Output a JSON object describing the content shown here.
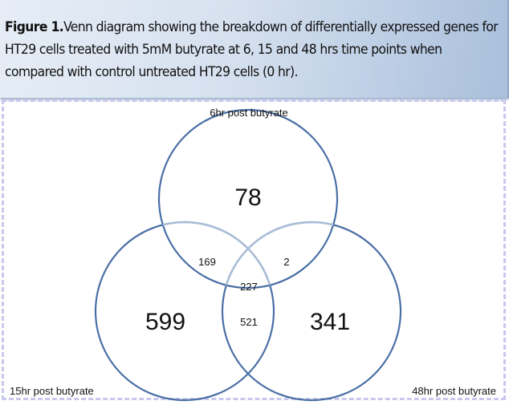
{
  "caption": {
    "prefix": "Figure 1.",
    "text": "Venn diagram showing the breakdown of differentially expressed genes for HT29 cells treated with 5mM butyrate at 6, 15 and 48 hrs time points when compared with control untreated HT29 cells (0 hr)."
  },
  "sets": {
    "top": "6hr post butyrate",
    "left": "15hr post butyrate",
    "right": "48hr post butyrate"
  },
  "regions": {
    "top_only": "78",
    "left_only": "599",
    "right_only": "341",
    "top_left": "169",
    "top_right": "2",
    "left_right": "521",
    "all": "227"
  },
  "colors": {
    "circle": "#4a6fa5",
    "overlap": "#a9bdd6"
  }
}
